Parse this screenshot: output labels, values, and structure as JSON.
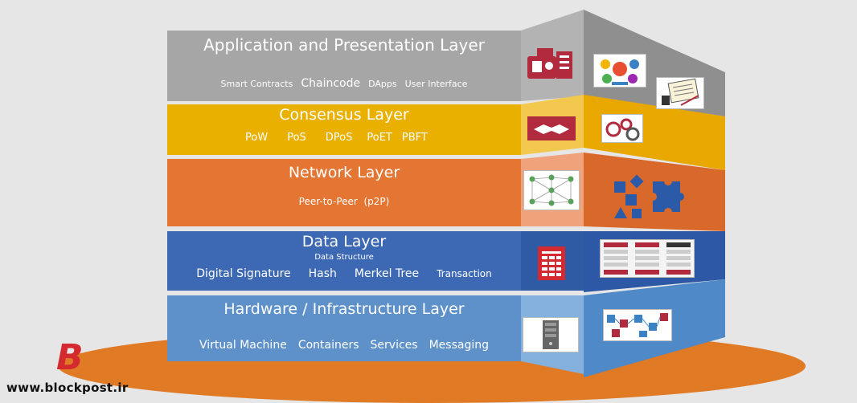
{
  "colors": {
    "application": "#a6a6a6",
    "consensus": "#eab000",
    "network": "#e47533",
    "data": "#3d68b4",
    "hardware": "#5e91c9",
    "base": "#e07a24"
  },
  "layers": [
    {
      "title": "Application and Presentation Layer",
      "items": [
        "Smart Contracts",
        "Chaincode",
        "DApps",
        "User Interface"
      ],
      "icons": [
        "server-hardware-icon",
        "dapp-ecosystem-icon",
        "smart-contract-document-icon"
      ]
    },
    {
      "title": "Consensus Layer",
      "items": [
        "PoW",
        "PoS",
        "DPoS",
        "PoET",
        "PBFT"
      ],
      "icons": [
        "handshake-icon",
        "currency-gears-icon"
      ]
    },
    {
      "title": "Network Layer",
      "items": [
        "Peer-to-Peer  (p2P)"
      ],
      "icons": [
        "peer-network-icon",
        "puzzle-flow-icon"
      ]
    },
    {
      "title": "Data Layer",
      "subtitle": "Data Structure",
      "items": [
        "Digital Signature",
        "Hash",
        "Merkel Tree",
        "Transaction"
      ],
      "icons": [
        "spreadsheet-icon",
        "block-chain-diagram-icon"
      ]
    },
    {
      "title": "Hardware / Infrastructure Layer",
      "items": [
        "Virtual Machine",
        "Containers",
        "Services",
        "Messaging"
      ],
      "icons": [
        "server-tower-icon",
        "infrastructure-diagram-icon"
      ]
    }
  ],
  "watermark": {
    "logo_letter": "B",
    "text": "www.blockpost.ir"
  }
}
